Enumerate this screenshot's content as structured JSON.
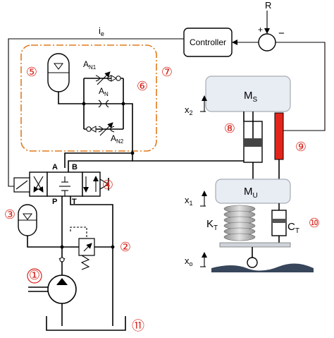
{
  "signals": {
    "reference": "R",
    "current_main": "i",
    "current_sub": "e",
    "plus": "+",
    "minus": "−"
  },
  "controller": {
    "label": "Controller"
  },
  "valves": {
    "an1_main": "A",
    "an1_sub": "N1",
    "an_main": "A",
    "an_sub": "N",
    "an2_main": "A",
    "an2_sub": "N2"
  },
  "masses": {
    "sprung_main": "M",
    "sprung_sub": "S",
    "unsprung_main": "M",
    "unsprung_sub": "U"
  },
  "spring": {
    "main": "K",
    "sub": "T"
  },
  "damper": {
    "main": "C",
    "sub": "T"
  },
  "coords": {
    "x2_main": "x",
    "x2_sub": "2",
    "x1_main": "x",
    "x1_sub": "1",
    "x0_main": "x",
    "x0_sub": "o"
  },
  "ports": {
    "a": "A",
    "b": "B",
    "p": "P",
    "t": "T"
  },
  "callouts": [
    "①",
    "②",
    "③",
    "④",
    "⑤",
    "⑥",
    "⑦",
    "⑧",
    "⑨",
    "⑩",
    "⑪"
  ],
  "colors": {
    "callout": "#d6261d",
    "group_border": "#e07b1e",
    "mass_fill": "#e8ecf3",
    "actuator": "#e3241b",
    "road": "#37465a"
  }
}
